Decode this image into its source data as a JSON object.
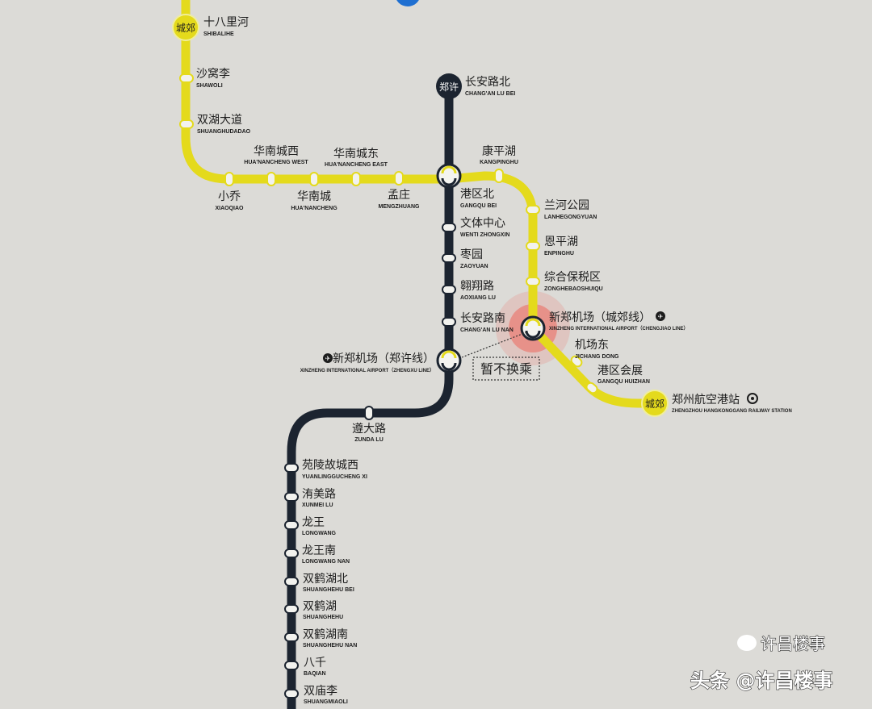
{
  "colors": {
    "background": "#dcdbd7",
    "chengjiao_line": "#e4da1c",
    "zhengxu_line": "#1c2430",
    "airport_highlight": "#e8837a"
  },
  "lines": {
    "chengjiao": {
      "badge": "城郊"
    },
    "zhengxu": {
      "badge": "郑许"
    }
  },
  "chengjiao_stations": [
    {
      "cn": "十八里河",
      "en": "SHIBALIHE"
    },
    {
      "cn": "沙窝李",
      "en": "SHAWOLI"
    },
    {
      "cn": "双湖大道",
      "en": "SHUANGHUDADAO"
    },
    {
      "cn": "小乔",
      "en": "XIAOQIAO"
    },
    {
      "cn": "华南城西",
      "en": "HUA'NANCHENG WEST"
    },
    {
      "cn": "华南城",
      "en": "HUA'NANCHENG"
    },
    {
      "cn": "华南城东",
      "en": "HUA'NANCHENG EAST"
    },
    {
      "cn": "孟庄",
      "en": "MENGZHUANG"
    },
    {
      "cn": "康平湖",
      "en": "KANGPINGHU"
    },
    {
      "cn": "兰河公园",
      "en": "LANHEGONGYUAN"
    },
    {
      "cn": "恩平湖",
      "en": "ENPINGHU"
    },
    {
      "cn": "综合保税区",
      "en": "ZONGHEBAOSHUIQU"
    },
    {
      "cn": "新郑机场（城郊线）",
      "en": "XINZHENG INTERNATIONAL AIRPORT（CHENGJIAO LINE）"
    },
    {
      "cn": "机场东",
      "en": "JICHANG DONG"
    },
    {
      "cn": "港区会展",
      "en": "GANGQU HUIZHAN"
    },
    {
      "cn": "郑州航空港站",
      "en": "ZHENGZHOU HANGKONGGANG RAILWAY STATION"
    }
  ],
  "zhengxu_stations": [
    {
      "cn": "长安路北",
      "en": "CHANG'AN LU BEI"
    },
    {
      "cn": "港区北",
      "en": "GANGQU BEI"
    },
    {
      "cn": "文体中心",
      "en": "WENTI ZHONGXIN"
    },
    {
      "cn": "枣园",
      "en": "ZAOYUAN"
    },
    {
      "cn": "翱翔路",
      "en": "AOXIANG LU"
    },
    {
      "cn": "长安路南",
      "en": "CHANG'AN LU NAN"
    },
    {
      "cn": "新郑机场（郑许线）",
      "en": "XINZHENG INTERNATIONAL AIRPORT（ZHENGXU LINE）"
    },
    {
      "cn": "遵大路",
      "en": "ZUNDA LU"
    },
    {
      "cn": "苑陵故城西",
      "en": "YUANLINGGUCHENG XI"
    },
    {
      "cn": "洧美路",
      "en": "XUNMEI LU"
    },
    {
      "cn": "龙王",
      "en": "LONGWANG"
    },
    {
      "cn": "龙王南",
      "en": "LONGWANG NAN"
    },
    {
      "cn": "双鹤湖北",
      "en": "SHUANGHEHU BEI"
    },
    {
      "cn": "双鹤湖",
      "en": "SHUANGHEHU"
    },
    {
      "cn": "双鹤湖南",
      "en": "SHUANGHEHU NAN"
    },
    {
      "cn": "八千",
      "en": "BAQIAN"
    },
    {
      "cn": "双庙李",
      "en": "SHUANGMIAOLI"
    }
  ],
  "no_transfer_note": "暂不换乘",
  "icons": {
    "airport": "airplane-icon",
    "railway": "railway-station-icon"
  },
  "watermark": {
    "toutiao": "头条 @许昌楼事",
    "wechat": "许昌楼事"
  }
}
